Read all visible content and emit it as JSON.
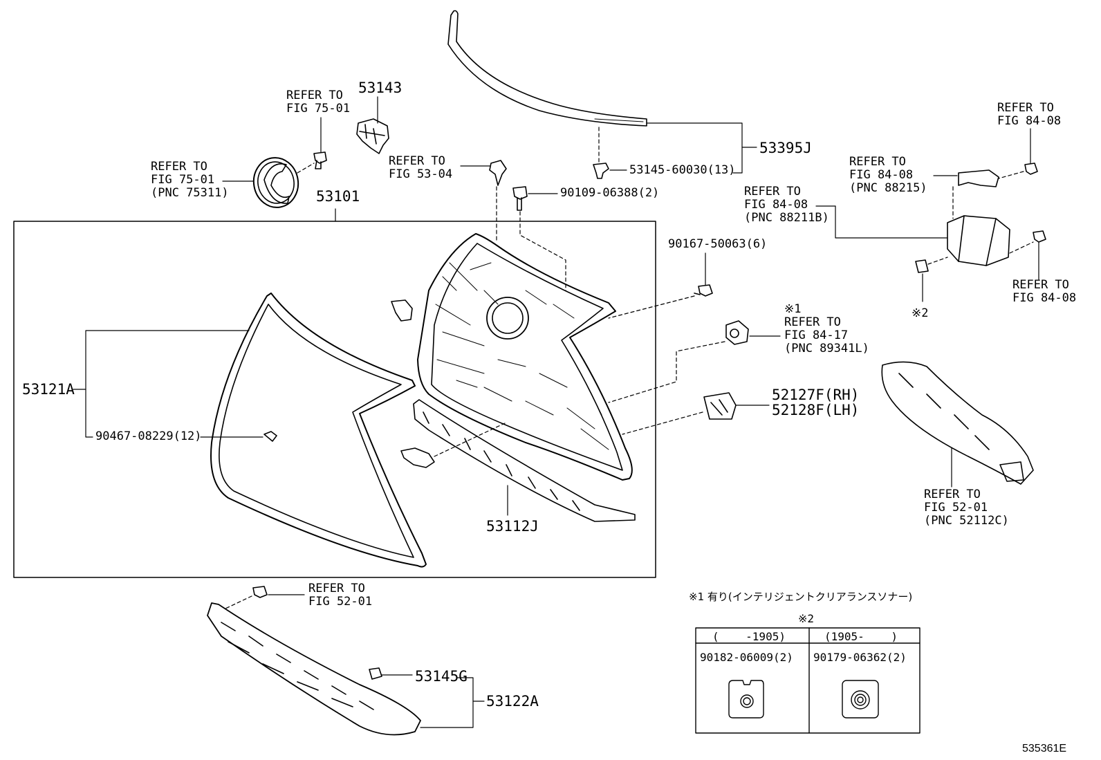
{
  "parts": {
    "p53101": "53101",
    "p53143": "53143",
    "p53395J": "53395J",
    "p53145_60030": "53145-60030(13)",
    "p90109": "90109-06388(2)",
    "p90167": "90167-50063(6)",
    "p53121A": "53121A",
    "p90467": "90467-08229(12)",
    "p53112J": "53112J",
    "p52127F": "52127F(RH)",
    "p52128F": "52128F(LH)",
    "p53145G": "53145G",
    "p53122A": "53122A"
  },
  "refs": {
    "fig75_bolt": [
      "REFER TO",
      "FIG 75-01"
    ],
    "fig75_emblem": [
      "REFER TO",
      "FIG 75-01",
      "(PNC 75311)"
    ],
    "fig53_04": [
      "REFER TO",
      "FIG 53-04"
    ],
    "fig84_08_top": [
      "REFER TO",
      "FIG 84-08"
    ],
    "fig84_08_bracket": [
      "REFER TO",
      "FIG 84-08",
      "(PNC 88215)"
    ],
    "fig84_08_sensor": [
      "REFER TO",
      "FIG 84-08",
      "(PNC 88211B)"
    ],
    "fig84_08_right": [
      "REFER TO",
      "FIG 84-08"
    ],
    "fig84_17": [
      "※1",
      "REFER TO",
      "FIG 84-17",
      "(PNC 89341L)"
    ],
    "fig52_01_absorber": [
      "REFER TO",
      "FIG 52-01",
      "(PNC 52112C)"
    ],
    "fig52_01_bolt": [
      "REFER TO",
      "FIG 52-01"
    ]
  },
  "markers": {
    "note2": "※2"
  },
  "note1": "※1 有り(インテリジェントクリアランスソナー)",
  "table": {
    "header_mark": "※2",
    "col1_range": "(    -1905)",
    "col2_range": "(1905-    )",
    "col1_part": "90182-06009(2)",
    "col2_part": "90179-06362(2)"
  },
  "figure_id": "535361E"
}
